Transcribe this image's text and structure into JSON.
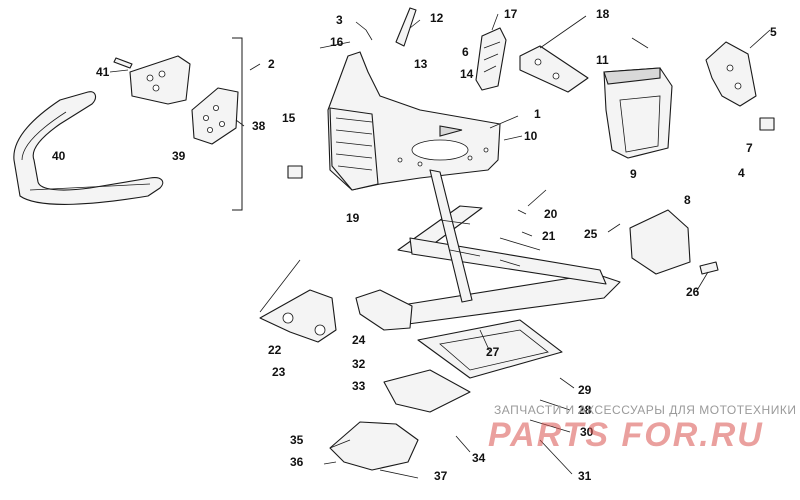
{
  "callouts": [
    "1",
    "2",
    "3",
    "4",
    "5",
    "6",
    "7",
    "8",
    "9",
    "10",
    "11",
    "12",
    "13",
    "14",
    "15",
    "16",
    "17",
    "18",
    "19",
    "20",
    "21",
    "22",
    "23",
    "24",
    "25",
    "26",
    "27",
    "28",
    "29",
    "30",
    "31",
    "32",
    "33",
    "34",
    "35",
    "36",
    "37",
    "38",
    "39",
    "40",
    "41"
  ],
  "watermark": {
    "tagline": "ЗАПЧАСТИ И АКСЕССУАРЫ ДЛЯ МОТОТЕХНИКИ",
    "logo": "PARTS FOR.RU"
  }
}
